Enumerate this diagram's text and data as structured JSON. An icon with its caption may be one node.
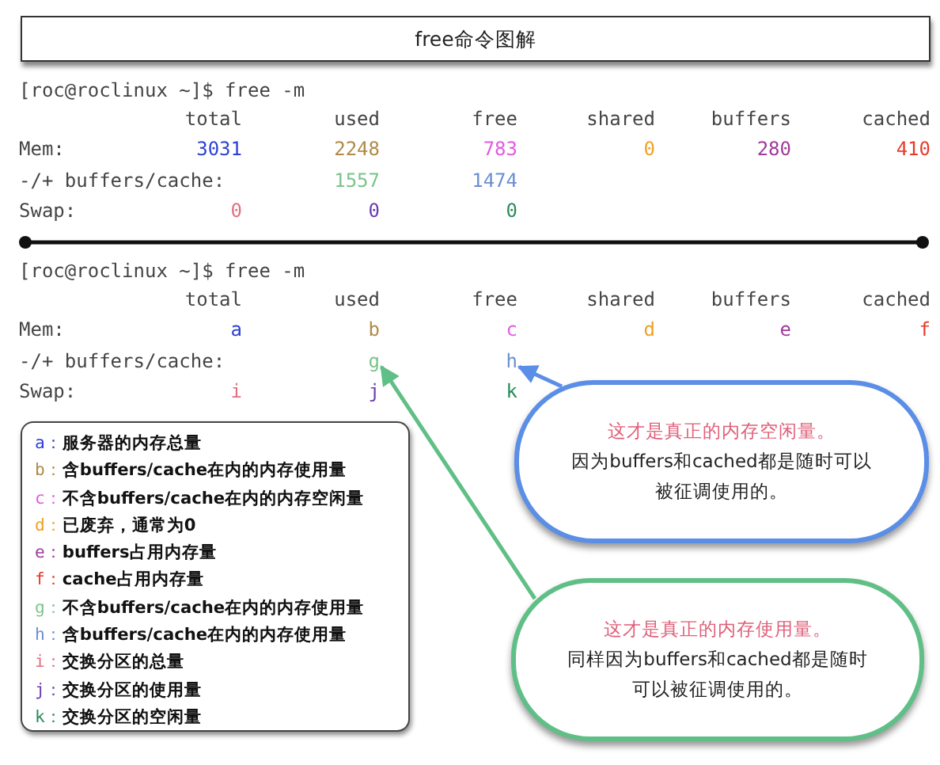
{
  "diagram": {
    "title": "free命令图解",
    "nodes": [
      {
        "text": [
          "g"
        ]
      },
      {
        "text": [
          "h"
        ]
      },
      {
        "text": [
          "a：服务器的内存总量",
          "b：含buffers/cache在内的内存使用量",
          "c：不含buffers/cache在内的内存空闲量",
          "d：已废弃，通常为0",
          "e：buffers占用内存量",
          "f：cache占用内存量",
          "g：不含buffers/cache在内的内存使用量",
          "h：含buffers/cache在内的内存使用量",
          "i：交换分区的总量",
          "j：交换分区的使用量",
          "k：交换分区的空闲量"
        ]
      },
      {
        "text": [
          "这才是真正的内存空闲量。",
          "因为buffers和cached都是随时可以被征调使用的。"
        ]
      },
      {
        "text": [
          "这才是真正的内存使用量。",
          "同样因为buffers和cached都是随时可以被征调使用的。"
        ]
      }
    ],
    "edges": [
      {
        "from": 3,
        "to": 1,
        "arrow": "to",
        "color": "#5b8ee6"
      },
      {
        "from": 4,
        "to": 0,
        "arrow": "to",
        "color": "#5fbf86"
      }
    ],
    "labels": [
      "[roc@roclinux ~]$ free -m",
      "total",
      "used",
      "free",
      "shared",
      "buffers",
      "cached",
      "Mem:",
      "3031",
      "2248",
      "783",
      "0",
      "280",
      "410",
      "-/+ buffers/cache:",
      "1557",
      "1474",
      "Swap:",
      "0",
      "0",
      "0",
      "[roc@roclinux ~]$ free -m",
      "total",
      "used",
      "free",
      "shared",
      "buffers",
      "cached",
      "Mem:",
      "a",
      "b",
      "c",
      "d",
      "e",
      "f",
      "-/+ buffers/cache:",
      "Swap:",
      "i",
      "j",
      "k"
    ]
  }
}
